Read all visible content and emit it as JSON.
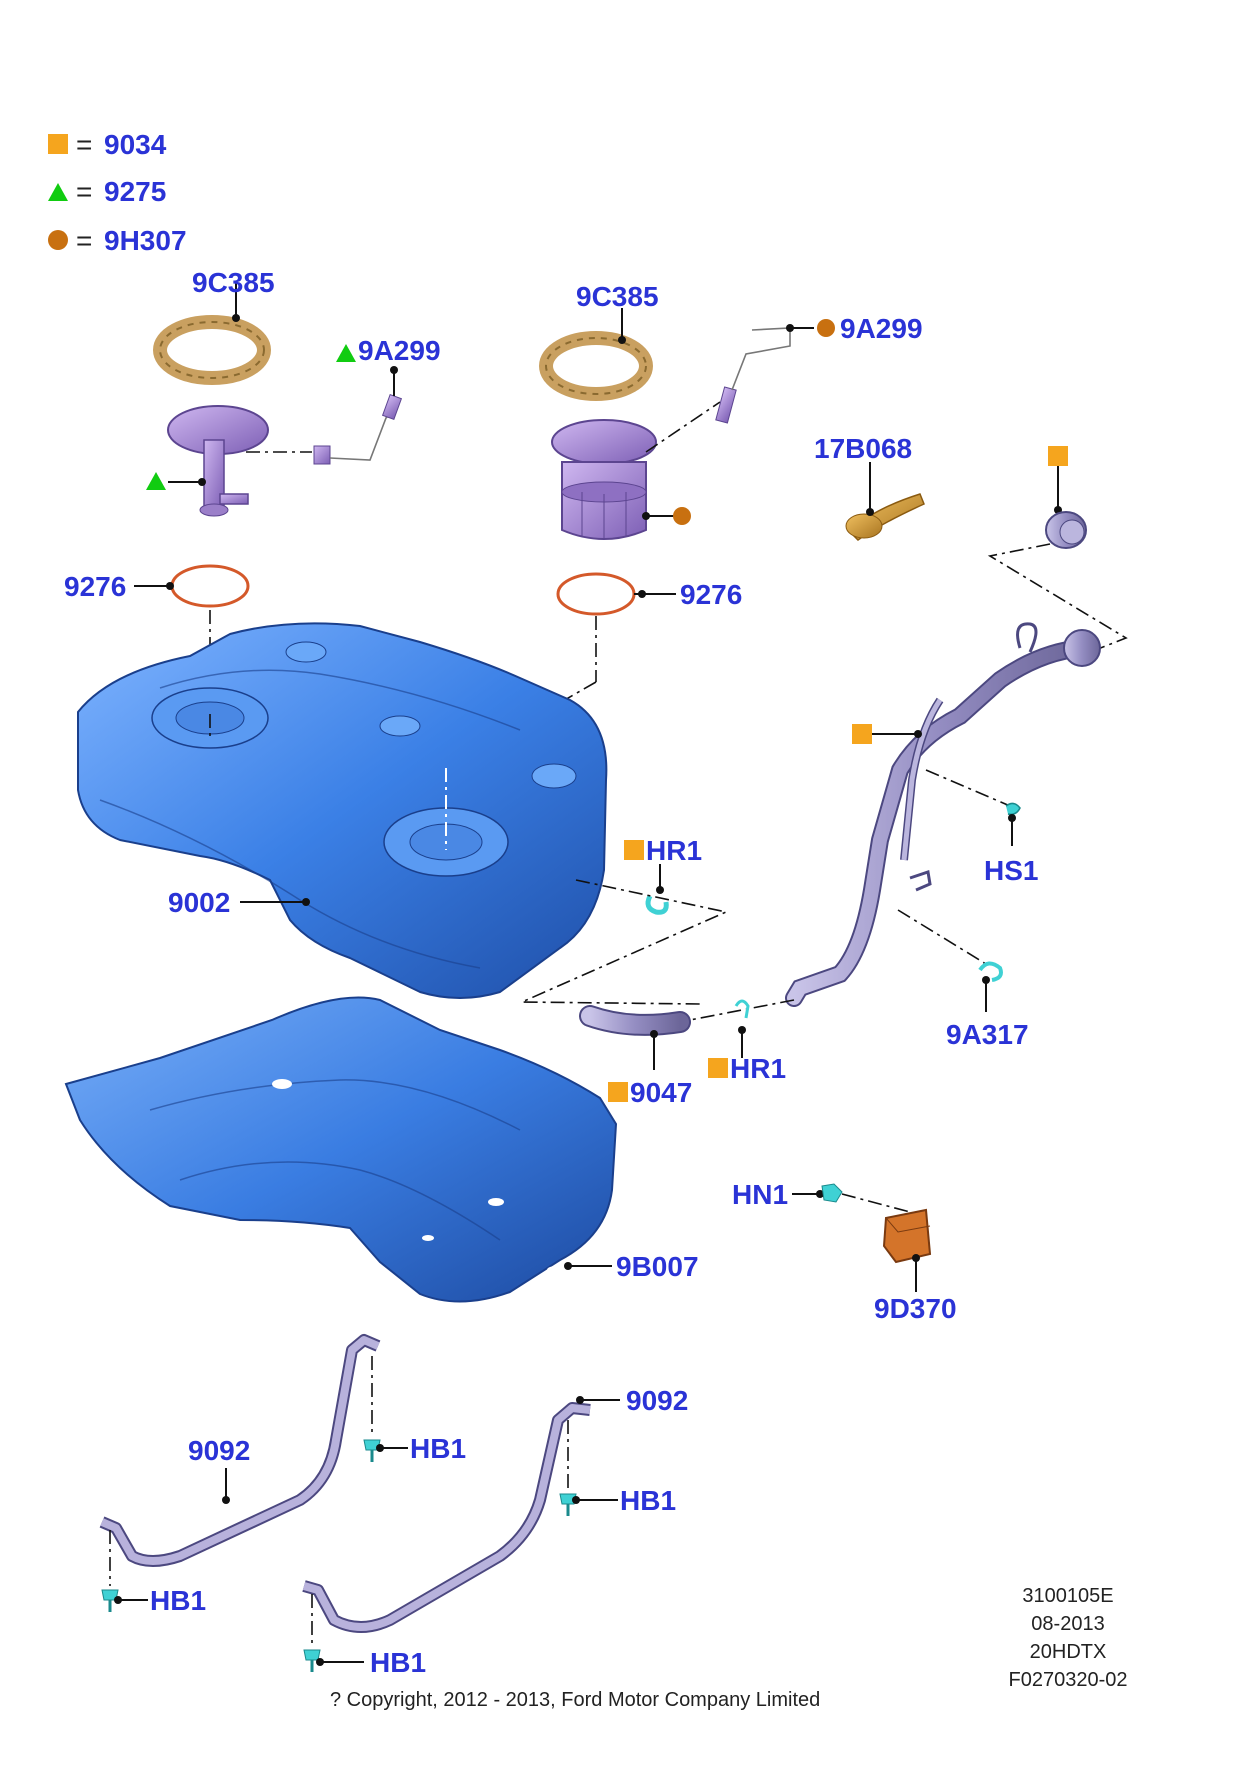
{
  "legend": [
    {
      "symbol": "square",
      "color": "#f5a51e",
      "eq": "=",
      "code": "9034"
    },
    {
      "symbol": "triangle",
      "color": "#11cc11",
      "eq": "=",
      "code": "9275"
    },
    {
      "symbol": "circle",
      "color": "#c87010",
      "eq": "=",
      "code": "9H307"
    }
  ],
  "labels": {
    "ring_left": "9C385",
    "ring_right": "9C385",
    "sender_left": "9A299",
    "sender_right": "9A299",
    "vent_valve": "17B068",
    "seal_left": "9276",
    "seal_right": "9276",
    "tank": "9002",
    "clip_tank": "HR1",
    "clip_pipe": "HR1",
    "hose": "9047",
    "clip_filler": "HS1",
    "clamp": "9A317",
    "nut": "HN1",
    "canister": "9D370",
    "shield": "9B007",
    "strap_left": "9092",
    "strap_right": "9092",
    "bolt_1": "HB1",
    "bolt_2": "HB1",
    "bolt_3": "HB1",
    "bolt_4": "HB1"
  },
  "info": {
    "line1": "3100105E",
    "line2": "08-2013",
    "line3": "20HDTX",
    "line4": "F0270320-02"
  },
  "copyright": "? Copyright, 2012 - 2013, Ford Motor Company Limited",
  "colors": {
    "label": "#2a33d6",
    "tank": "#3f86e8",
    "pump_purple": "#9b7fc9",
    "seal": "#d4592a",
    "ring": "#c9a060",
    "pipe": "#9a94c4",
    "clip_cyan": "#3fd1d4",
    "canister": "#d4742a"
  }
}
